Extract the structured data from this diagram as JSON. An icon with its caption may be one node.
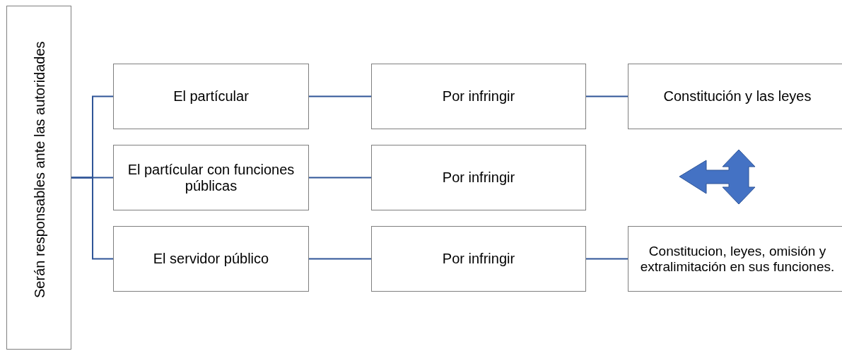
{
  "diagram": {
    "nodes": [
      {
        "text": [
          "Serán responsables ante las autoridades"
        ]
      },
      {
        "text": [
          "El partícular"
        ]
      },
      {
        "text": [
          "Por infringir"
        ]
      },
      {
        "text": [
          "Constitución y las leyes"
        ]
      },
      {
        "text": [
          "El partícular con funciones públicas"
        ]
      },
      {
        "text": [
          "Por infringir"
        ]
      },
      {
        "text": [
          "El servidor público"
        ]
      },
      {
        "text": [
          "Por infringir"
        ]
      },
      {
        "text": [
          "Constitucion, leyes, omisión y extralimitación en sus funciones."
        ]
      }
    ],
    "edges": [
      {
        "from": 0,
        "to": 1,
        "arrow": "none"
      },
      {
        "from": 0,
        "to": 4,
        "arrow": "none"
      },
      {
        "from": 0,
        "to": 6,
        "arrow": "none"
      },
      {
        "from": 1,
        "to": 2,
        "arrow": "none"
      },
      {
        "from": 2,
        "to": 3,
        "arrow": "none"
      },
      {
        "from": 4,
        "to": 5,
        "arrow": "none"
      },
      {
        "from": 6,
        "to": 7,
        "arrow": "none"
      },
      {
        "from": 7,
        "to": 8,
        "arrow": "none"
      }
    ]
  }
}
